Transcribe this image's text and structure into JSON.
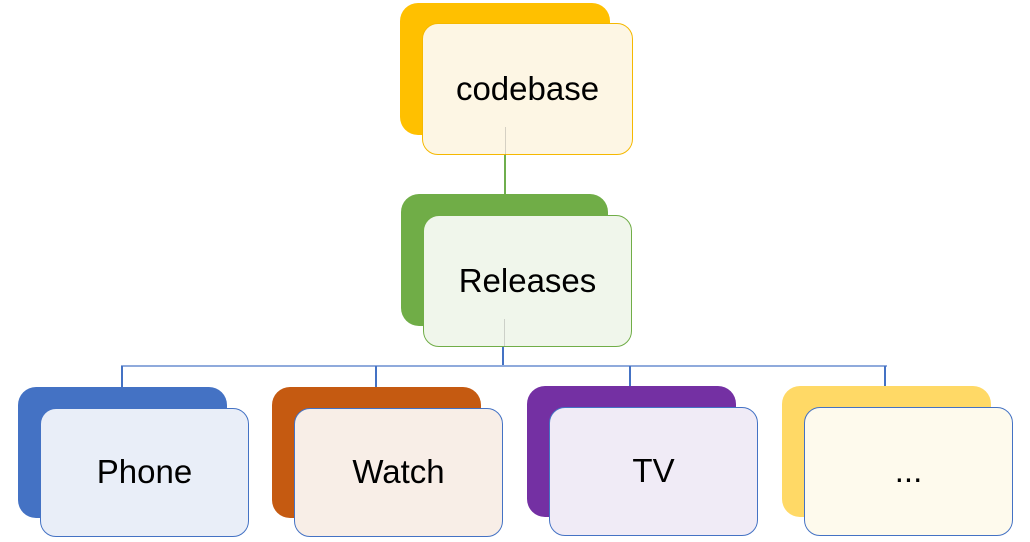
{
  "diagram": {
    "kind": "hierarchy-smartart",
    "background_color": "#FFFFFF",
    "text_color": "#000000"
  },
  "nodes": {
    "codebase": {
      "label": "codebase",
      "back_color": "#FFC000",
      "fill_color": "#FDF6E4",
      "border_color": "#F5B800"
    },
    "releases": {
      "label": "Releases",
      "back_color": "#70AD47",
      "fill_color": "#F0F6EB",
      "border_color": "#70AD47"
    },
    "phone": {
      "label": "Phone",
      "back_color": "#4472C4",
      "fill_color": "#E9EEF8",
      "border_color": "#4472C4"
    },
    "watch": {
      "label": "Watch",
      "back_color": "#C55A11",
      "fill_color": "#F8EEE7",
      "border_color": "#4472C4"
    },
    "tv": {
      "label": "TV",
      "back_color": "#7430A3",
      "fill_color": "#F0EBF6",
      "border_color": "#4472C4"
    },
    "more": {
      "label": "...",
      "back_color": "#FFD966",
      "fill_color": "#FEFAED",
      "border_color": "#4472C4"
    }
  },
  "hierarchy": {
    "root": "codebase",
    "child_of_root": "releases",
    "leaves": [
      "phone",
      "watch",
      "tv",
      "more"
    ]
  },
  "connectors": {
    "trunk_color": "#6FAE4E",
    "rail_color": "#8FAADC",
    "drop_color": "#4472C4",
    "ghost_color": "rgba(110,110,110,0.28)"
  }
}
